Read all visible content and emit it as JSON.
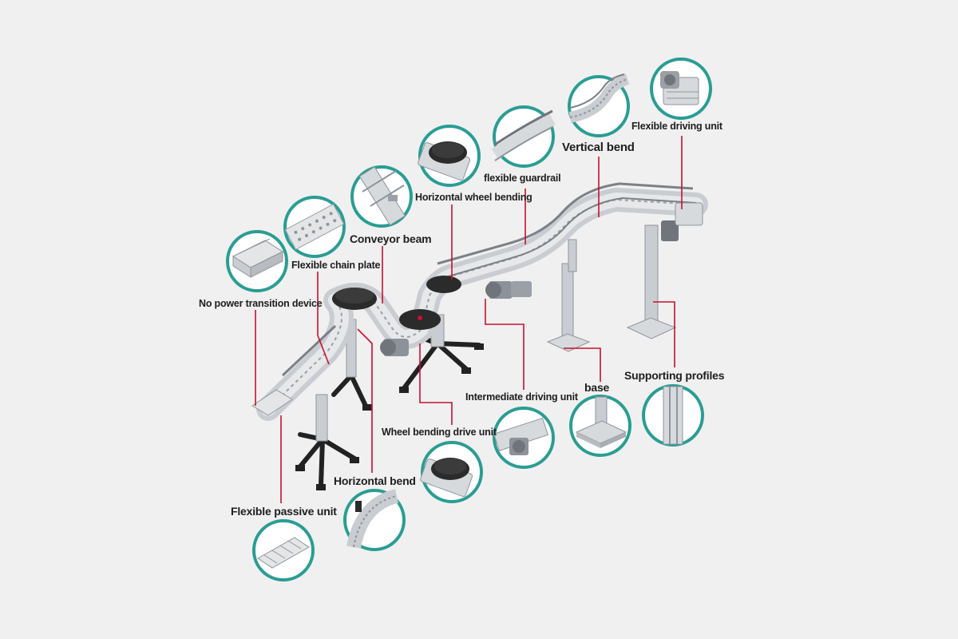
{
  "colors": {
    "background": "#f0f0f0",
    "callout_ring": "#2a9d94",
    "leader_line": "#c8102e",
    "frame": "#c9cdd2",
    "frame_dark": "#8f959c",
    "motor": "#8b9299",
    "wheel": "#2b2b2b",
    "foot": "#222222",
    "label_text": "#1e1e1e"
  },
  "labels": {
    "flexible_driving_unit": "Flexible driving unit",
    "vertical_bend": "Vertical bend",
    "flexible_guardrail": "flexible guardrail",
    "horizontal_wheel_bending": "Horizontal wheel bending",
    "conveyor_beam": "Conveyor beam",
    "flexible_chain_plate": "Flexible chain plate",
    "no_power_transition_device": "No power transition device",
    "intermediate_driving_unit": "Intermediate driving unit",
    "base": "base",
    "supporting_profiles": "Supporting profiles",
    "wheel_bending_drive_unit": "Wheel bending drive unit",
    "horizontal_bend": "Horizontal bend",
    "flexible_passive_unit": "Flexible passive unit"
  },
  "callouts": [
    {
      "name": "flexible-driving-unit",
      "depicts": "drive-unit"
    },
    {
      "name": "vertical-bend",
      "depicts": "vertical-bend"
    },
    {
      "name": "flexible-guardrail",
      "depicts": "guardrail"
    },
    {
      "name": "horizontal-wheel-bending",
      "depicts": "wheel"
    },
    {
      "name": "conveyor-beam",
      "depicts": "beam"
    },
    {
      "name": "flexible-chain-plate",
      "depicts": "chain-plate"
    },
    {
      "name": "no-power-transition-device",
      "depicts": "transition"
    },
    {
      "name": "intermediate-driving-unit",
      "depicts": "motor"
    },
    {
      "name": "base",
      "depicts": "base"
    },
    {
      "name": "supporting-profiles",
      "depicts": "profile"
    },
    {
      "name": "wheel-bending-drive-unit",
      "depicts": "wheel"
    },
    {
      "name": "horizontal-bend",
      "depicts": "bend"
    },
    {
      "name": "flexible-passive-unit",
      "depicts": "passive"
    }
  ]
}
